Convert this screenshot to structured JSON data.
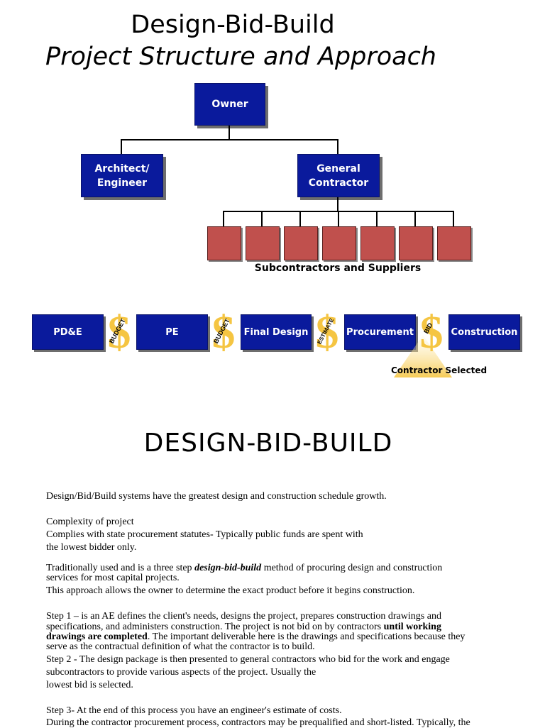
{
  "title": {
    "line1": "Design-Bid-Build",
    "line2": "Project Structure and Approach"
  },
  "org": {
    "owner": "Owner",
    "architect_l1": "Architect/",
    "architect_l2": "Engineer",
    "gc_l1": "General",
    "gc_l2": "Contractor",
    "subs_label": "Subcontractors and Suppliers"
  },
  "process": {
    "steps": [
      "PD&E",
      "PE",
      "Final Design",
      "Procurement",
      "Construction"
    ],
    "gates": [
      "BUDGET",
      "BUDGET",
      "ESTIMATE",
      "BID"
    ],
    "contractor_selected": "Contractor Selected"
  },
  "colors": {
    "box_blue": "#0a1a9c",
    "sub_red": "#c0504d",
    "dollar_gold": "#f5c542"
  },
  "section_heading": "DESIGN-BID-BUILD",
  "body": {
    "p1": "Design/Bid/Build systems have the greatest design and construction schedule growth.",
    "complexity": "Complexity of project",
    "complies_1": "Complies with state procurement statutes- Typically public funds are spent with",
    "complies_2": "the lowest bidder only.",
    "trad_a": "Traditionally used  and is a three step ",
    "trad_em": "design-bid-build",
    "trad_b": " method of procuring design and construction",
    "trad_2": "services for most capital projects.",
    "trad_3": "This approach allows the owner to determine the exact product before it begins construction.",
    "step1_1": "Step 1 – is an AE defines the client's needs, designs the project, prepares construction drawings and",
    "step1_2a": "specifications, and administers construction. The project is not bid on by contractors ",
    "step1_2b": "until working",
    "step1_3a": "drawings are completed",
    "step1_3b": ". The important deliverable here is the drawings and specifications because they",
    "step1_4": "serve as the contractual definition of what the contractor is to build.",
    "step2_1": "Step 2 - The design package is then presented to general contractors who bid for the work and engage",
    "step2_2": "subcontractors to provide various aspects of the project. Usually the",
    "step2_3": "lowest bid is selected.",
    "step3_1": "Step 3- At the end of this process you have an engineer's estimate of costs.",
    "step3_2": "During the contractor procurement process, contractors may be prequalified and short-listed. Typically, the"
  }
}
